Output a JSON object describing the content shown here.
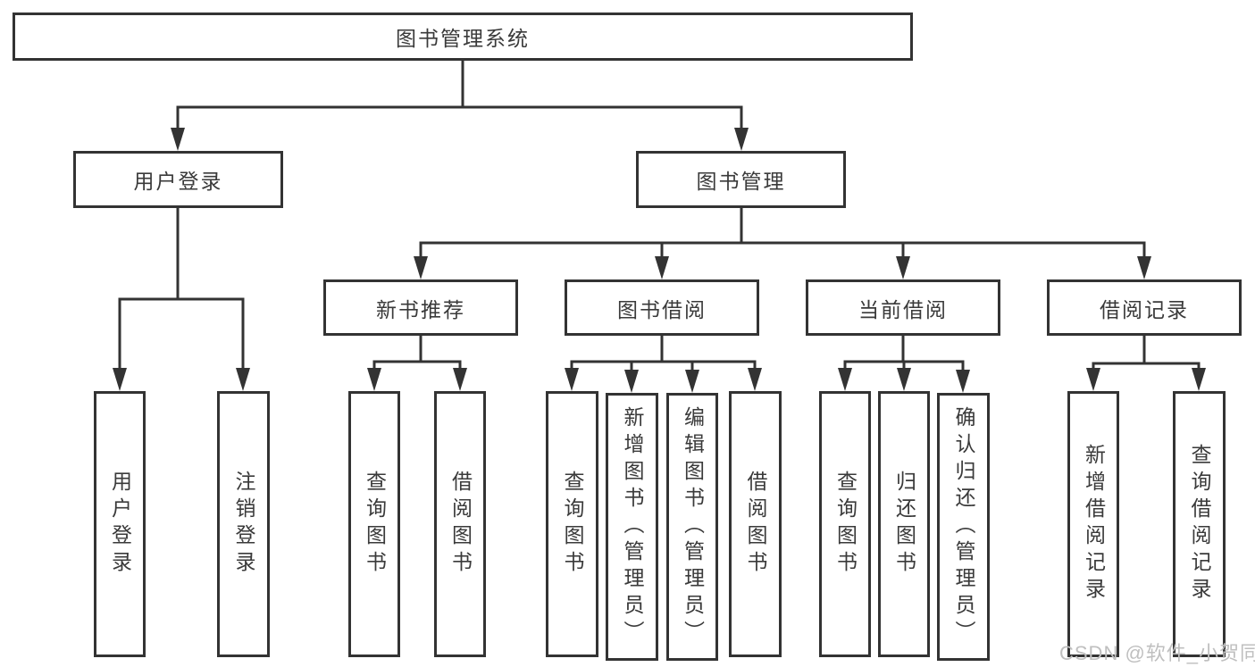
{
  "diagram": {
    "root": {
      "label": "图书管理系统"
    },
    "branches": [
      {
        "label": "用户登录",
        "children": [
          "用户登录",
          "注销登录"
        ]
      },
      {
        "label": "图书管理",
        "groups": [
          {
            "label": "新书推荐",
            "children": [
              "查询图书",
              "借阅图书"
            ]
          },
          {
            "label": "图书借阅",
            "children": [
              "查询图书",
              "新增图书（管理员）",
              "编辑图书（管理员）",
              "借阅图书"
            ]
          },
          {
            "label": "当前借阅",
            "children": [
              "查询图书",
              "归还图书",
              "确认归还（管理员）"
            ]
          },
          {
            "label": "借阅记录",
            "children": [
              "新增借阅记录",
              "查询借阅记录"
            ]
          }
        ]
      }
    ]
  },
  "watermark": {
    "text": "CSDN @软件_小贺同学"
  },
  "colors": {
    "line": "#333333",
    "node-border": "#333333",
    "node-fill": "#ffffff",
    "node-text": "#3a3a3a",
    "watermark-text": "#bfbfbf",
    "canvas-bg": "#ffffff"
  }
}
